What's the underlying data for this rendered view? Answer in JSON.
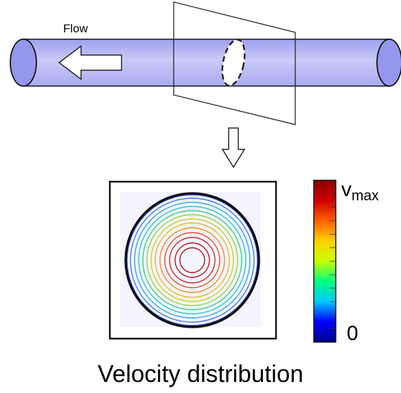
{
  "labels": {
    "flow": "Flow",
    "scale_max_symbol": "v",
    "scale_max_subscript": "max",
    "scale_min": "0",
    "caption": "Velocity distribution"
  },
  "colors": {
    "pipe_fill": "#b7b8f4",
    "pipe_outline": "#111111",
    "contour_outer": "#3a4ad8",
    "contour_inner": "#b01010"
  },
  "colorbar_stops": [
    "#00008b",
    "#0000ff",
    "#00c8ff",
    "#00ff80",
    "#c8ff00",
    "#ffd000",
    "#ff6000",
    "#d00000",
    "#8b0000"
  ]
}
